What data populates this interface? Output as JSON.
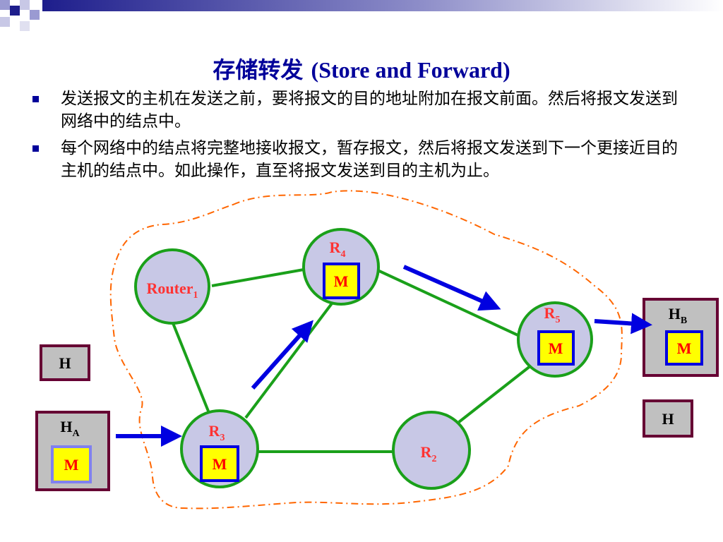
{
  "title": {
    "cn": "存储转发",
    "en": "(Store and Forward)"
  },
  "bullets": [
    "发送报文的主机在发送之前，要将报文的目的地址附加在报文前面。然后将报文发送到网络中的结点中。",
    "每个网络中的结点将完整地接收报文，暂存报文，然后将报文发送到下一个更接近目的主机的结点中。如此操作，直至将报文发送到目的主机为止。"
  ],
  "nodes": {
    "router1": {
      "base": "Router",
      "sub": "1"
    },
    "r4": {
      "base": "R",
      "sub": "4"
    },
    "r5": {
      "base": "R",
      "sub": "5"
    },
    "r3": {
      "base": "R",
      "sub": "3"
    },
    "r2": {
      "base": "R",
      "sub": "2"
    }
  },
  "hosts": {
    "ha": {
      "base": "H",
      "sub": "A"
    },
    "hb": {
      "base": "H",
      "sub": "B"
    },
    "h_left": "H",
    "h_right": "H"
  },
  "message_label": "M",
  "colors": {
    "title": "#00009a",
    "node_fill": "#c8c8e6",
    "node_border": "#1aa01a",
    "link": "#1aa01a",
    "arrow": "#0000e0",
    "cloud": "#ff6600",
    "host_fill": "#c0c0c0",
    "host_border": "#660033",
    "message_fill": "#ffff00",
    "node_label": "#ff3333"
  }
}
